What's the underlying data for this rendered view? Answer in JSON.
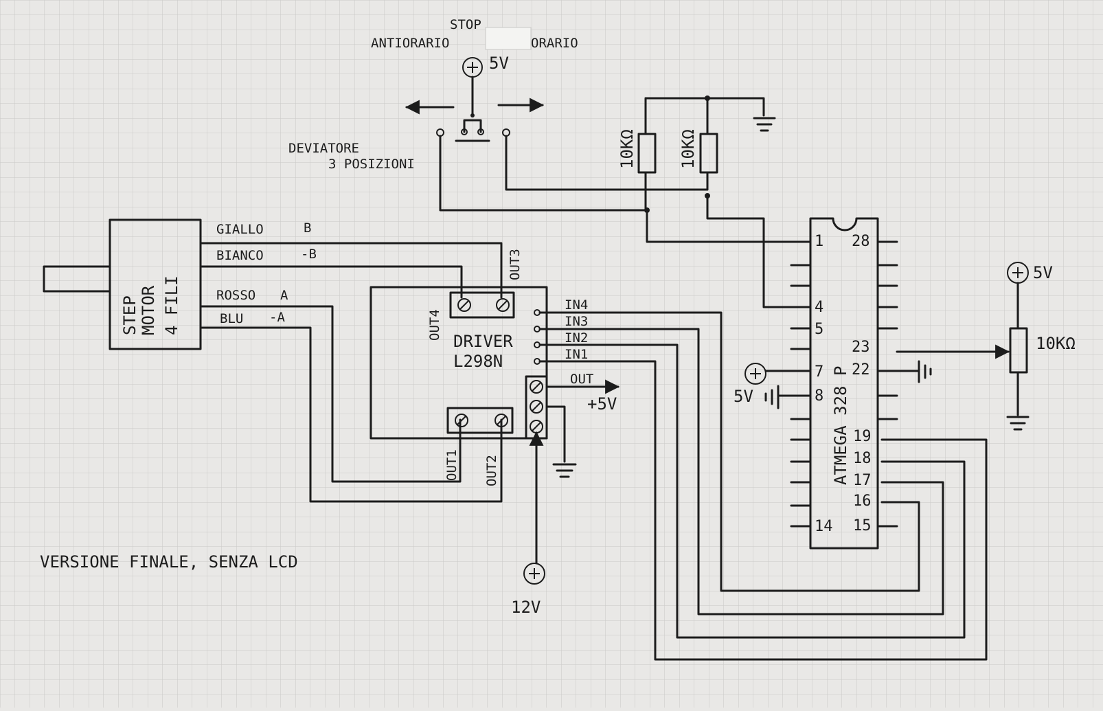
{
  "switch": {
    "stop": "STOP",
    "left": "ANTIORARIO",
    "right": "ORARIO",
    "supply": "5V",
    "caption_line1": "DEVIATORE",
    "caption_line2": "3 POSIZIONI"
  },
  "resistors": {
    "r1": "10KΩ",
    "r2": "10KΩ",
    "pot": "10KΩ",
    "pot_supply": "5V"
  },
  "motor": {
    "line1": "STEP",
    "line2": "MOTOR",
    "line3": "4 FILI",
    "wire_yellow": "GIALLO",
    "wire_yellow_sig": "B",
    "wire_white": "BIANCO",
    "wire_white_sig": "-B",
    "wire_red": "ROSSO",
    "wire_red_sig": "A",
    "wire_blue": "BLU",
    "wire_blue_sig": "-A"
  },
  "driver": {
    "line1": "DRIVER",
    "line2": "L298N",
    "out1": "OUT1",
    "out2": "OUT2",
    "out3": "OUT3",
    "out4": "OUT4",
    "in1": "IN1",
    "in2": "IN2",
    "in3": "IN3",
    "in4": "IN4",
    "out_label": "OUT",
    "out_5v": "+5V",
    "supply": "12V"
  },
  "mcu": {
    "name": "ATMEGA 328 P",
    "supply": "5V",
    "pins": {
      "p1": "1",
      "p4": "4",
      "p5": "5",
      "p7": "7",
      "p8": "8",
      "p14": "14",
      "p28": "28",
      "p23": "23",
      "p22": "22",
      "p19": "19",
      "p18": "18",
      "p17": "17",
      "p16": "16",
      "p15": "15"
    }
  },
  "footer": "VERSIONE FINALE, SENZA LCD"
}
